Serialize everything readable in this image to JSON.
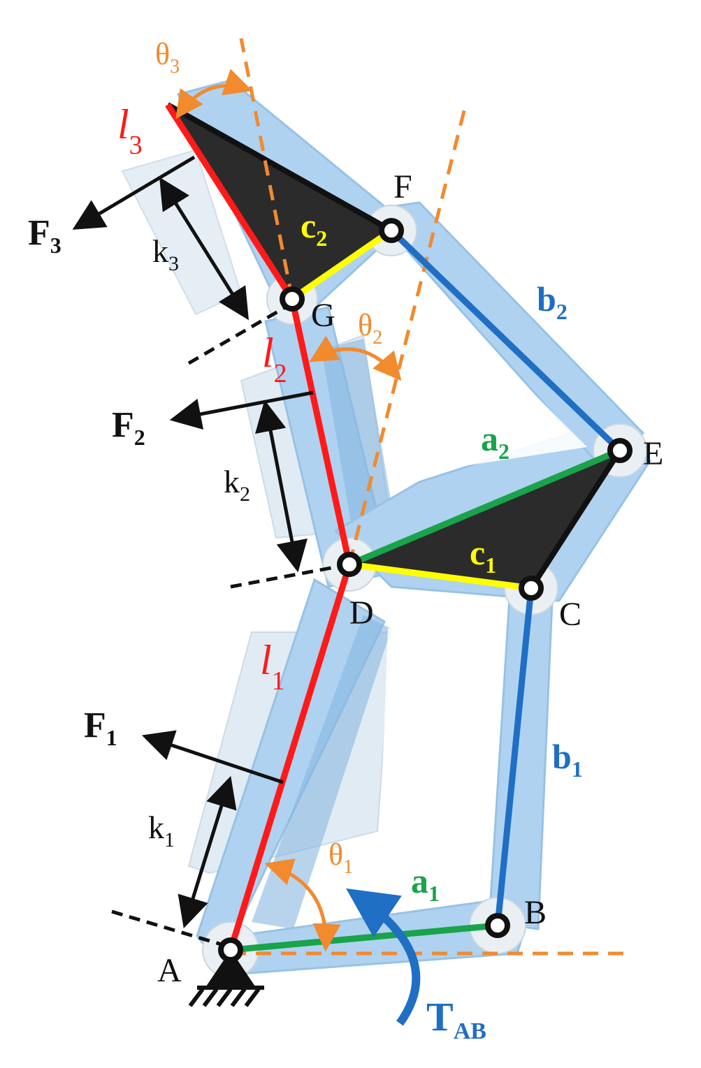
{
  "joints": {
    "A": "A",
    "B": "B",
    "C": "C",
    "D": "D",
    "E": "E",
    "F": "F",
    "G": "G"
  },
  "links": {
    "l1": {
      "base": "l",
      "sub": "1"
    },
    "l2": {
      "base": "l",
      "sub": "2"
    },
    "l3": {
      "base": "l",
      "sub": "3"
    },
    "a1": {
      "base": "a",
      "sub": "1"
    },
    "a2": {
      "base": "a",
      "sub": "2"
    },
    "b1": {
      "base": "b",
      "sub": "1"
    },
    "b2": {
      "base": "b",
      "sub": "2"
    },
    "c1": {
      "base": "c",
      "sub": "1"
    },
    "c2": {
      "base": "c",
      "sub": "2"
    }
  },
  "angles": {
    "theta1": {
      "base": "θ",
      "sub": "1"
    },
    "theta2": {
      "base": "θ",
      "sub": "2"
    },
    "theta3": {
      "base": "θ",
      "sub": "3"
    }
  },
  "forces": {
    "F1": {
      "base": "F",
      "sub": "1"
    },
    "F2": {
      "base": "F",
      "sub": "2"
    },
    "F3": {
      "base": "F",
      "sub": "3"
    }
  },
  "distances": {
    "k1": {
      "base": "k",
      "sub": "1"
    },
    "k2": {
      "base": "k",
      "sub": "2"
    },
    "k3": {
      "base": "k",
      "sub": "3"
    }
  },
  "torque": {
    "base": "T",
    "sub": "AB"
  },
  "colors": {
    "red_link": "#ff1a1a",
    "green_link": "#1aa34a",
    "blue_link": "#1f6fc4",
    "yellow_link": "#ffff00",
    "orange_guide": "#f28a2e",
    "black": "#111111",
    "body_fill": "#a9cff0",
    "body_shadow": "#7fb1dd",
    "plate_dark": "#2b2b2b"
  }
}
